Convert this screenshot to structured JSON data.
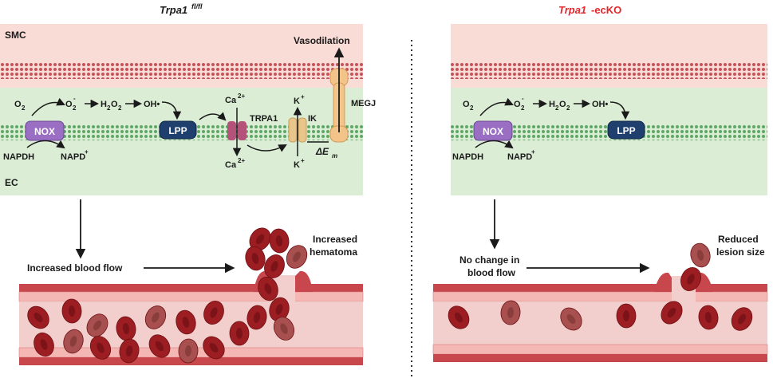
{
  "titles": {
    "left_italic": "Trpa1",
    "left_sup": "fl/fl",
    "right_italic": "Trpa1",
    "right_rest": "-ecKO"
  },
  "layers": {
    "smc": "SMC",
    "ec": "EC"
  },
  "pathway": {
    "o2": "O",
    "o2_sub": "2",
    "o2minus": "O",
    "o2minus_sub": "2",
    "o2minus_sup": "-",
    "h2o2_a": "H",
    "h2o2_sub1": "2",
    "h2o2_b": "O",
    "h2o2_sub2": "2",
    "oh": "OH•",
    "nox": "NOX",
    "lpp": "LPP",
    "napdh": "NAPDH",
    "napd": "NAPD",
    "napd_sup": "+"
  },
  "channels": {
    "ca_top": "Ca",
    "ca_top_sup": "2+",
    "trpa1": "TRPA1",
    "ca_bottom": "Ca",
    "ca_bottom_sup": "2+",
    "k_top": "K",
    "k_top_sup": "+",
    "ik": "IK",
    "k_bottom": "K",
    "k_bottom_sup": "+",
    "megj": "MEGJ",
    "vasodilation": "Vasodilation",
    "delta_em": "ΔE",
    "delta_em_sub": "m"
  },
  "outcomes": {
    "left_flow": "Increased blood flow",
    "left_result_line1": "Increased",
    "left_result_line2": "hematoma",
    "right_flow_line1": "No change in",
    "right_flow_line2": "blood flow",
    "right_result_line1": "Reduced",
    "right_result_line2": "lesion size"
  },
  "colors": {
    "smc_fill": "#f9dcd6",
    "ec_fill": "#dcedd6",
    "membrane_red": "#c9525a",
    "membrane_green": "#5ea865",
    "nox_fill": "#9a6fc3",
    "lpp_fill": "#1f3f6e",
    "trpa1_fill": "#b5527a",
    "ik_fill": "#e8c58a",
    "megj_fill": "#f2c48a",
    "vessel_wall": "#c7474d",
    "vessel_lumen": "#f2cfcc",
    "rbc": "#9c1d22",
    "title_red": "#e3262b"
  }
}
